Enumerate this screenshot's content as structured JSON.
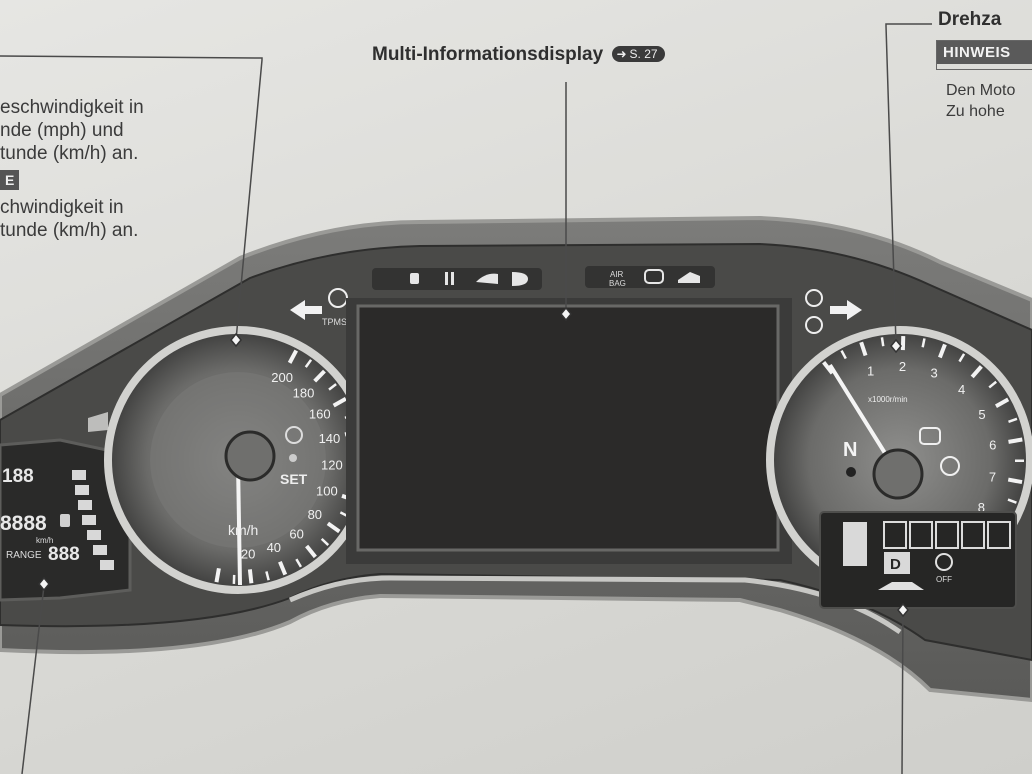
{
  "left_callout": {
    "line1": "eschwindigkeit in",
    "line2": "nde (mph) und",
    "line3": "tunde (km/h) an.",
    "badge": "E",
    "line4": "chwindigkeit in",
    "line5": "tunde (km/h) an."
  },
  "mid_callout": {
    "title": "Multi-Informationsdisplay",
    "ref": "S. 27"
  },
  "right_callout": {
    "title": "Drehza",
    "badge": "HINWEIS",
    "line1": "Den Moto",
    "line2": "Zu hohe"
  },
  "speedometer": {
    "labels": [
      "20",
      "40",
      "60",
      "80",
      "100",
      "120",
      "140",
      "160",
      "180",
      "200"
    ],
    "unit": "km/h",
    "set_label": "SET",
    "tpms_label": "TPMS"
  },
  "tachometer": {
    "labels": [
      "1",
      "2",
      "3",
      "4",
      "5",
      "6",
      "7",
      "8"
    ],
    "unit": "x1000r/min",
    "gear": "N",
    "mode_letter": "D",
    "off_label": "OFF"
  },
  "left_lcd": {
    "top_value": "188",
    "odo_value": "8888",
    "range_label": "RANGE",
    "range_value": "888",
    "unit_small": "km/h"
  },
  "warning_strip": {
    "airbag_label": "AIR\nBAG"
  }
}
